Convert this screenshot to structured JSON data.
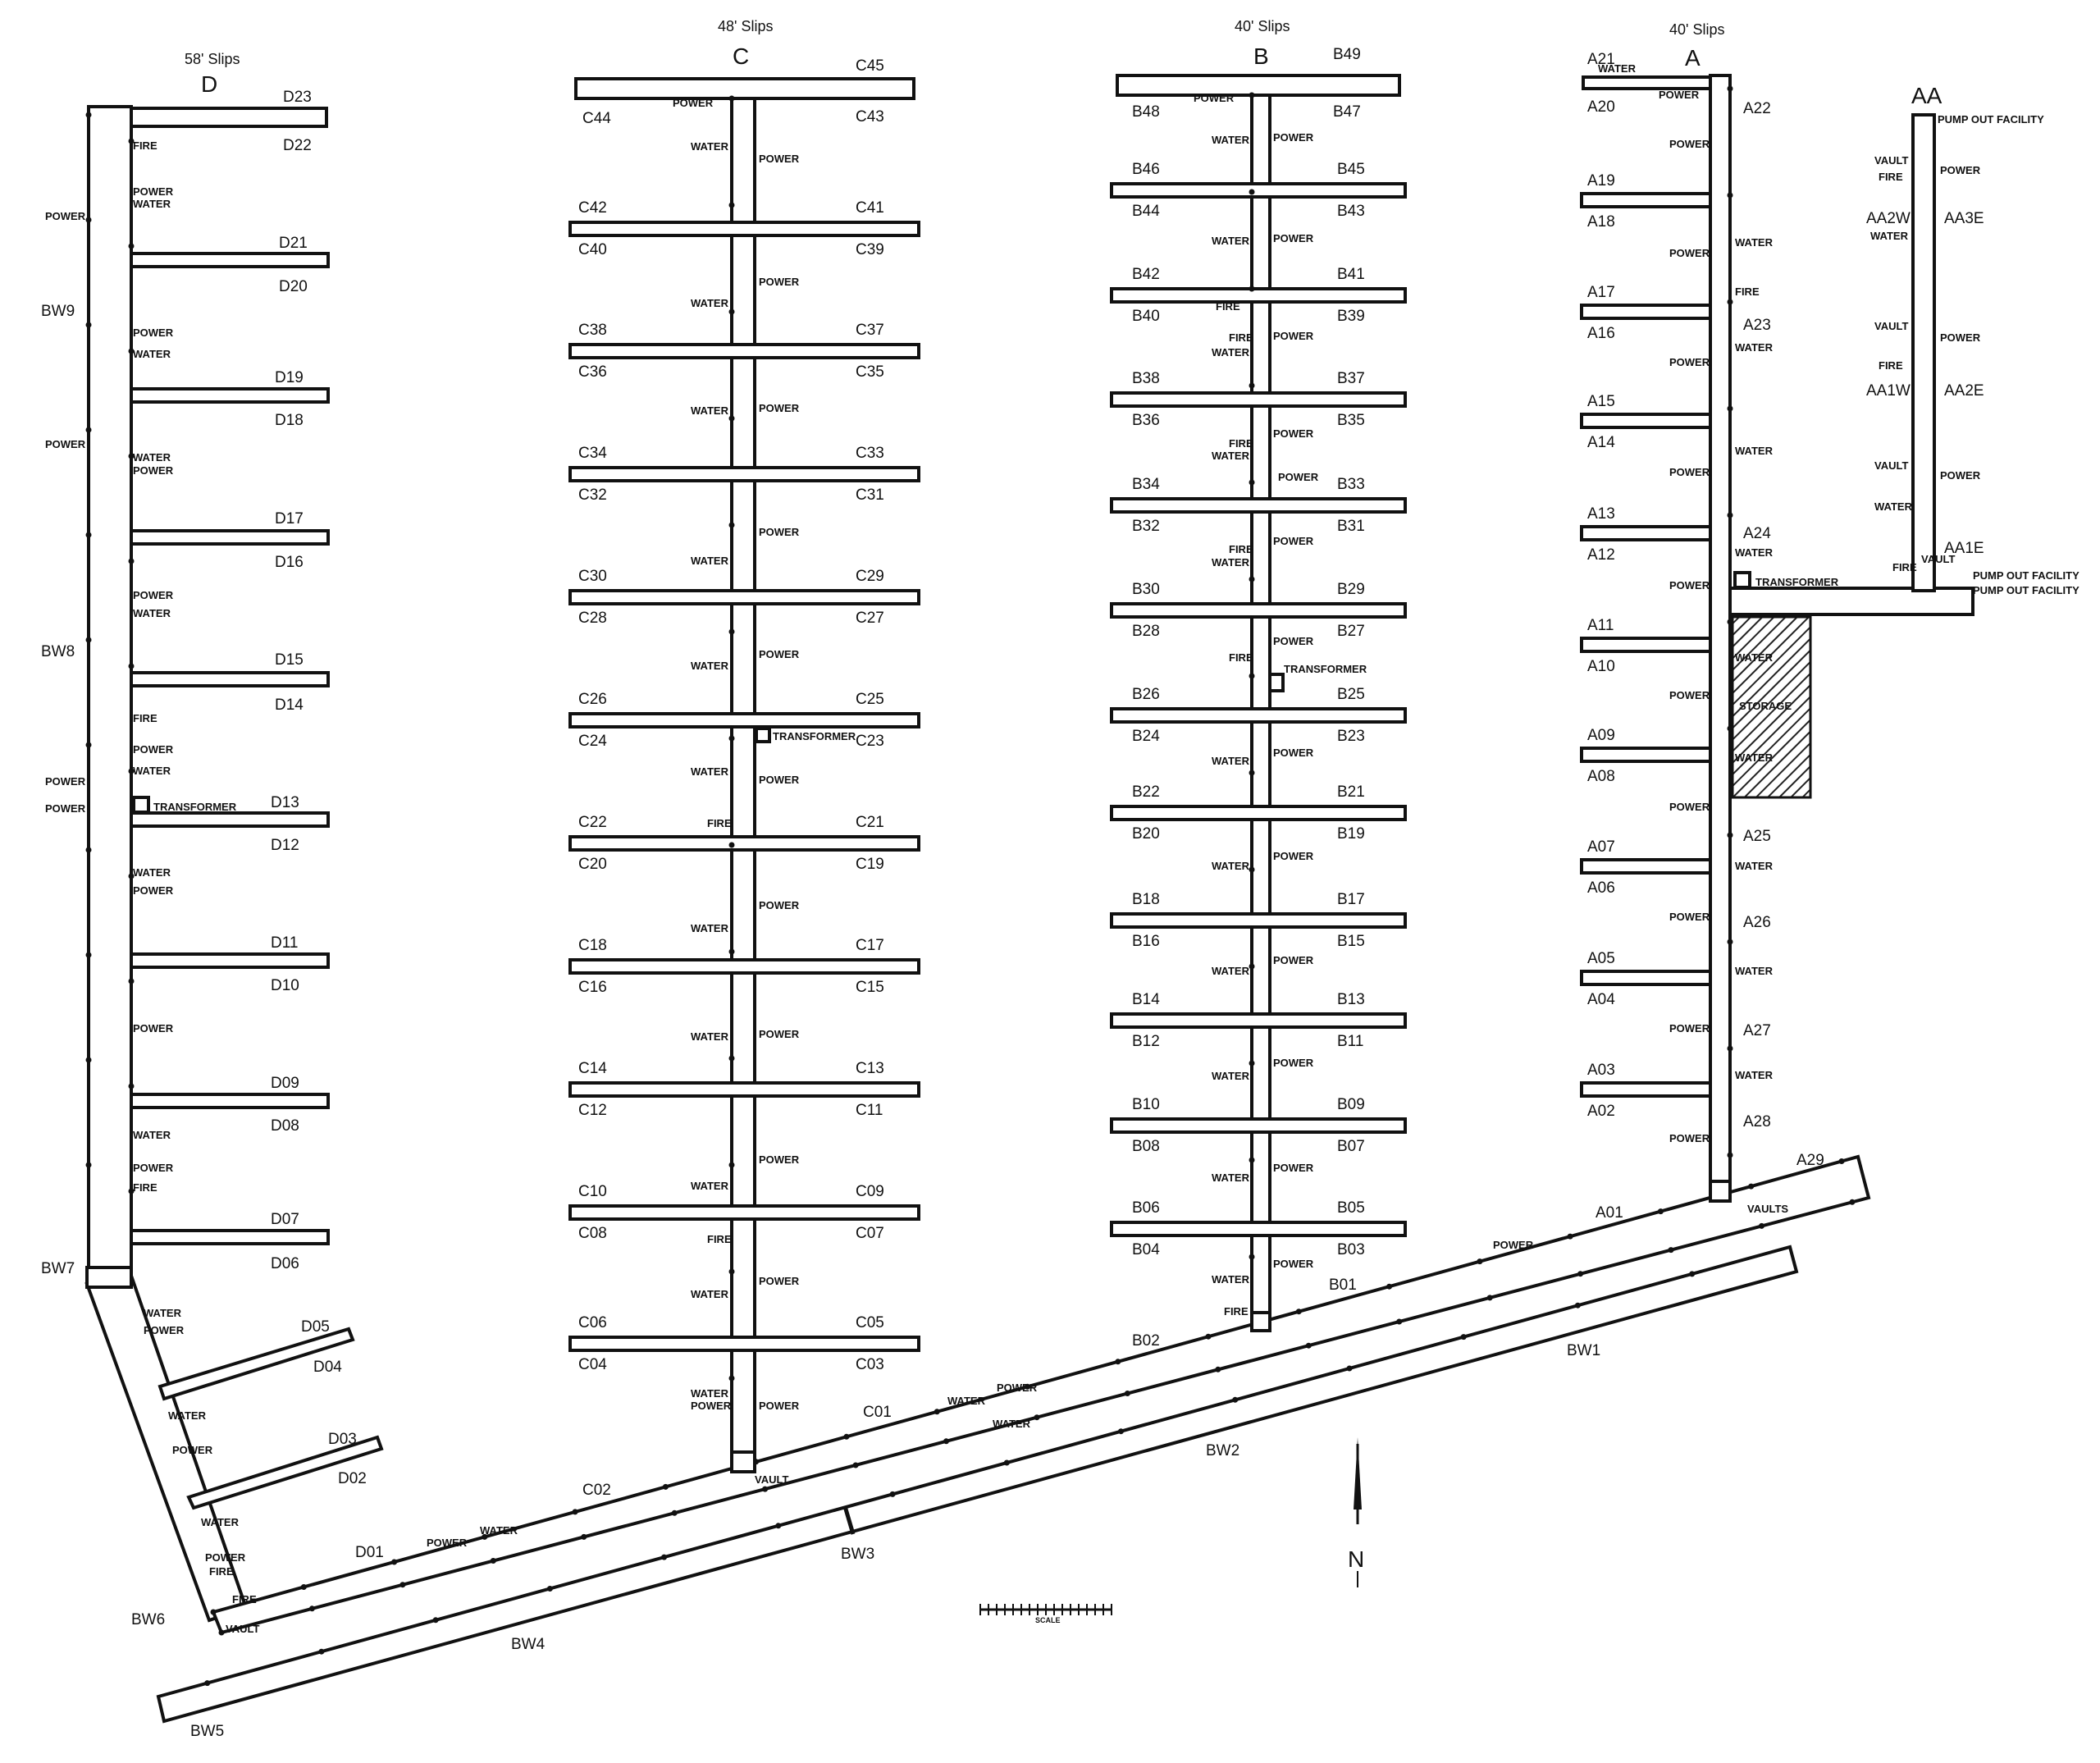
{
  "docks": {
    "D": {
      "name": "D",
      "slip_size": "58' Slips",
      "slips_left": [],
      "slips_right": [
        "D23",
        "D22",
        "D21",
        "D20",
        "D19",
        "D18",
        "D17",
        "D16",
        "D15",
        "D14",
        "D13",
        "D12",
        "D11",
        "D10",
        "D09",
        "D08",
        "D07",
        "D06"
      ]
    },
    "C": {
      "name": "C",
      "slip_size": "48' Slips",
      "slips_left": [
        "C44",
        "C42",
        "C40",
        "C38",
        "C36",
        "C34",
        "C32",
        "C30",
        "C28",
        "C26",
        "C24",
        "C22",
        "C20",
        "C18",
        "C16",
        "C14",
        "C12",
        "C10",
        "C08",
        "C06",
        "C04"
      ],
      "slips_right": [
        "C45",
        "C43",
        "C41",
        "C39",
        "C37",
        "C35",
        "C33",
        "C31",
        "C29",
        "C27",
        "C25",
        "C23",
        "C21",
        "C19",
        "C17",
        "C15",
        "C13",
        "C11",
        "C09",
        "C07",
        "C05",
        "C03"
      ]
    },
    "B": {
      "name": "B",
      "slip_size": "40' Slips",
      "slips_left": [
        "B48",
        "B46",
        "B44",
        "B42",
        "B40",
        "B38",
        "B36",
        "B34",
        "B32",
        "B30",
        "B28",
        "B26",
        "B24",
        "B22",
        "B20",
        "B18",
        "B16",
        "B14",
        "B12",
        "B10",
        "B08",
        "B06",
        "B04"
      ],
      "slips_right": [
        "B49",
        "B47",
        "B45",
        "B43",
        "B41",
        "B39",
        "B37",
        "B35",
        "B33",
        "B31",
        "B29",
        "B27",
        "B25",
        "B23",
        "B21",
        "B19",
        "B17",
        "B15",
        "B13",
        "B11",
        "B09",
        "B07",
        "B05",
        "B03"
      ]
    },
    "A": {
      "name": "A",
      "slip_size": "40' Slips",
      "slips_left": [
        "A21",
        "A20",
        "A19",
        "A18",
        "A17",
        "A16",
        "A15",
        "A14",
        "A13",
        "A12",
        "A11",
        "A10",
        "A09",
        "A08",
        "A07",
        "A06",
        "A05",
        "A04",
        "A03",
        "A02"
      ],
      "slips_right": [
        "A22",
        "A23",
        "A24",
        "A25",
        "A26",
        "A27",
        "A28",
        "A29"
      ]
    },
    "AA": {
      "name": "AA",
      "slips": [
        "AA3E",
        "AA2W",
        "AA2E",
        "AA1W",
        "AA1E"
      ]
    }
  },
  "lower_slips": [
    "D05",
    "D04",
    "D03",
    "D02",
    "D01",
    "C02",
    "C01",
    "B02",
    "B01",
    "A01"
  ],
  "breakwaters": [
    "BW1",
    "BW2",
    "BW3",
    "BW4",
    "BW5",
    "BW6",
    "BW7",
    "BW8",
    "BW9"
  ],
  "utility_labels": {
    "power": "POWER",
    "water": "WATER",
    "fire": "FIRE",
    "transformer": "TRANSFORMER",
    "vault": "VAULT",
    "vaults": "VAULTS",
    "pump_out": "PUMP OUT FACILITY",
    "storage": "STORAGE"
  },
  "north_label": "N",
  "scale_label": "SCALE"
}
